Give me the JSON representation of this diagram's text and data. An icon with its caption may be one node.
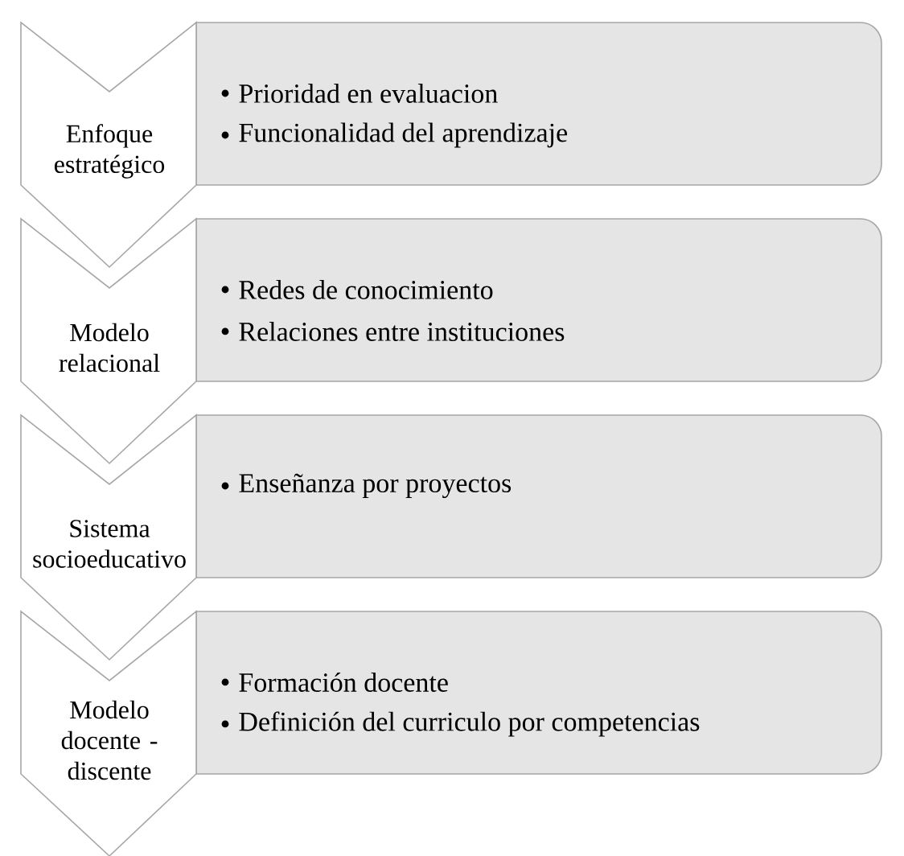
{
  "diagram": {
    "nodes": [
      {
        "text": [
          "Enfoque estratégico"
        ]
      },
      {
        "text": [
          "Prioridad en evaluacion",
          "Funcionalidad del aprendizaje"
        ]
      },
      {
        "text": [
          "Modelo relacional"
        ]
      },
      {
        "text": [
          "Redes de conocimiento",
          "Relaciones entre instituciones"
        ]
      },
      {
        "text": [
          "Sistema socioeducativo"
        ]
      },
      {
        "text": [
          "Enseñanza por proyectos"
        ]
      },
      {
        "text": [
          "Modelo docente - discente"
        ]
      },
      {
        "text": [
          "Formación docente",
          "Definición del curriculo por competencias"
        ]
      }
    ]
  }
}
